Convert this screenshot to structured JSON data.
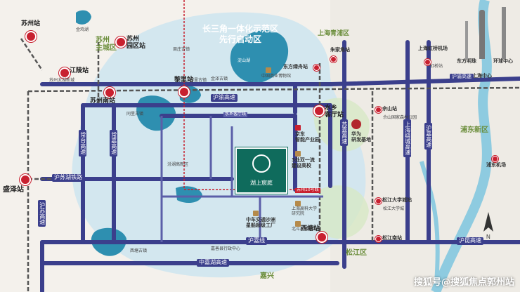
{
  "title": {
    "line1": "长三角一体化示范区",
    "line2": "先行启动区"
  },
  "regions": {
    "suzhou_main": {
      "line1": "苏州",
      "line2": "主城区"
    },
    "shanghai_qingpu": "上海青浦区",
    "pudong": "浦东新区",
    "songjiang": "松江区",
    "jiaxing": "嘉兴",
    "shanghai_center": "上海中心"
  },
  "stations": {
    "suzhou": "苏州站",
    "suzhou_park": {
      "line1": "苏州",
      "line2": "园区站"
    },
    "jiangling": "江陵站",
    "suzhou_south": "苏州南站",
    "lixin": "黎里站",
    "shengze": "盛泽站",
    "zhujiajiao": "朱家角站",
    "dongfang_lvzhou": "东方绿舟站",
    "shuixiang": {
      "line1": "水乡",
      "line2": "客厅站"
    },
    "xitang": "西塘站",
    "hongqiao": "上海虹桥机场",
    "hongqiao_station": "虹桥站",
    "sheshan": "佘山站",
    "pudong_airport": "浦东机场",
    "songjiang_south": "松江南站",
    "songjiang_univ": "松江大学城站"
  },
  "roads": {
    "hu_yu_top": "沪渝高速",
    "hu_su_hu": "沪苏湖铁路",
    "hu_yu_mid": "沪渝高速",
    "hu_kun": "沪昆高速",
    "zhongjia_hu": "中嘉湖高速",
    "huguan": "沪嘉线",
    "changjia": "常嘉高速",
    "changtai": "常台高速",
    "husu_mid": "沪苏高速",
    "shanghai_ring": "上海绕城高速",
    "hujia_v": "沪嘉高速",
    "sujia_v": "苏嘉高速",
    "metro17": "苏州10号线",
    "line_qiuxu": "水乡客厅线"
  },
  "pois": {
    "wuzhong": "苏州太湖新城",
    "jinji_lake": "金鸡湖",
    "dianshan_lake": "淀山湖",
    "cbd": "中国商业博物馆",
    "huawei": {
      "line1": "华为",
      "line2": "研发基地"
    },
    "jingdong": {
      "line1": "京东",
      "line2": "智能产业园"
    },
    "school3": {
      "line1": "3处双一流",
      "line2": "建设高校"
    },
    "zhongche": {
      "line1": "中车交通沙洲",
      "line2": "星船超级工厂"
    },
    "univ_sh": {
      "line1": "上海高科大学",
      "line2": "研究院"
    },
    "beidou": {
      "line1": "北斗",
      "line2": "高精度地图"
    },
    "sheshan_park": "佘山国家森林公园",
    "songjiang_ut": "松江大学城",
    "shanghai_sky": "东方明珠",
    "huanqiu": "环球中心",
    "bund": "上海中心",
    "xinsheng": "嘉善县行政中心",
    "fenhu": "汾湖高新区",
    "tongli": "同里古镇",
    "zhouzhuang": "周庄古镇",
    "jinze": "金泽古镇",
    "xitang_town": "西塘古镇",
    "lili": "黎里古镇"
  },
  "project": {
    "name": "湖上宸庭"
  },
  "watermark": "搜狐号@搜狐焦点郭州站",
  "colors": {
    "road": "#3b3f8c",
    "rail": "#c8202f",
    "water": "#2e8fb0",
    "zone": "#c9e3ef",
    "park": "#8fc27a",
    "project": "#0f6b5c"
  }
}
